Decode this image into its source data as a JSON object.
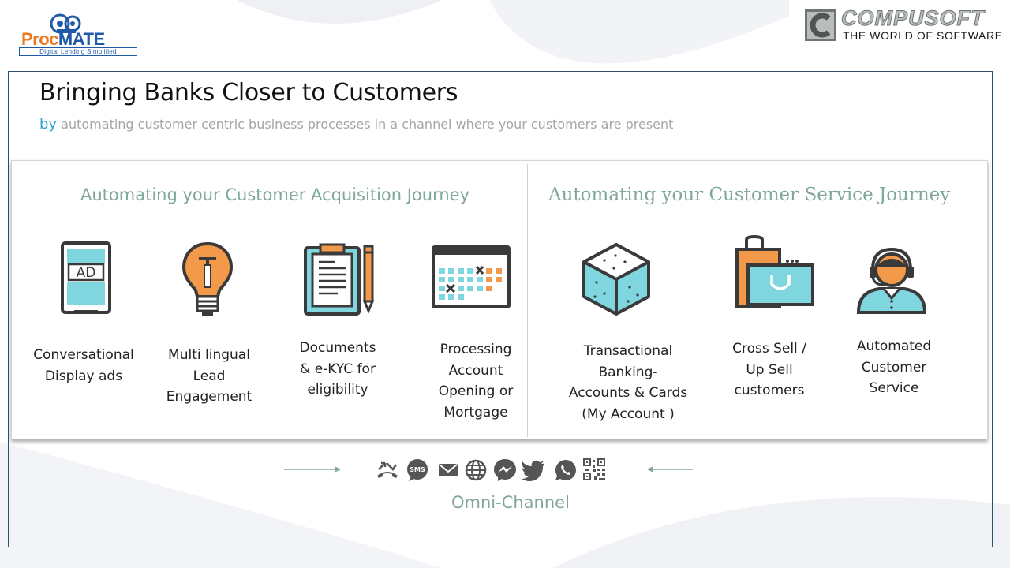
{
  "brand_left": {
    "name_part1": "Proc",
    "name_part2": "MATE",
    "tagline": "Digital Lending Simplified"
  },
  "brand_right": {
    "name": "COMPUSOFT",
    "tagline": "THE WORLD OF SOFTWARE"
  },
  "header": {
    "title": "Bringing Banks Closer to Customers",
    "subtitle_by": "by",
    "subtitle_rest": " automating customer centric business processes in a channel where your customers are present"
  },
  "acquisition": {
    "title": "Automating your Customer Acquisition Journey",
    "items": [
      {
        "line1": "Conversational",
        "line2": "Display ads",
        "icon": "ad-board-icon"
      },
      {
        "line1": "Multi lingual",
        "line2": "Lead",
        "line3": "Engagement",
        "icon": "lightbulb-icon"
      },
      {
        "line1": "Documents",
        "line2": "& e-KYC for",
        "line3": "eligibility",
        "icon": "clipboard-pencil-icon"
      },
      {
        "line1": "Processing",
        "line2": "Account",
        "line3": "Opening or",
        "line4": "Mortgage",
        "icon": "calendar-icon"
      }
    ]
  },
  "service": {
    "title": "Automating your Customer Service Journey",
    "items": [
      {
        "line1": "Transactional",
        "line2": "Banking-",
        "line3": "Accounts & Cards",
        "line4": "(My Account )",
        "icon": "cube-icon"
      },
      {
        "line1": "Cross Sell /",
        "line2": "Up Sell",
        "line3": "customers",
        "icon": "shopping-bags-icon"
      },
      {
        "line1": "Automated",
        "line2": "Customer",
        "line3": "Service",
        "icon": "support-agent-icon"
      }
    ]
  },
  "channels": {
    "label": "Omni-Channel",
    "sms_text": "SMS",
    "icons": [
      "missed-call-icon",
      "sms-icon",
      "email-icon",
      "web-icon",
      "messenger-icon",
      "twitter-icon",
      "whatsapp-icon",
      "qr-code-icon"
    ]
  },
  "colors": {
    "accent_teal": "#7fa89a",
    "icon_cyan": "#7fd6de",
    "icon_orange": "#f2994a",
    "icon_dark": "#3a3a3a",
    "frame_border": "#2f4e6a",
    "by_blue": "#2ea4d8"
  }
}
